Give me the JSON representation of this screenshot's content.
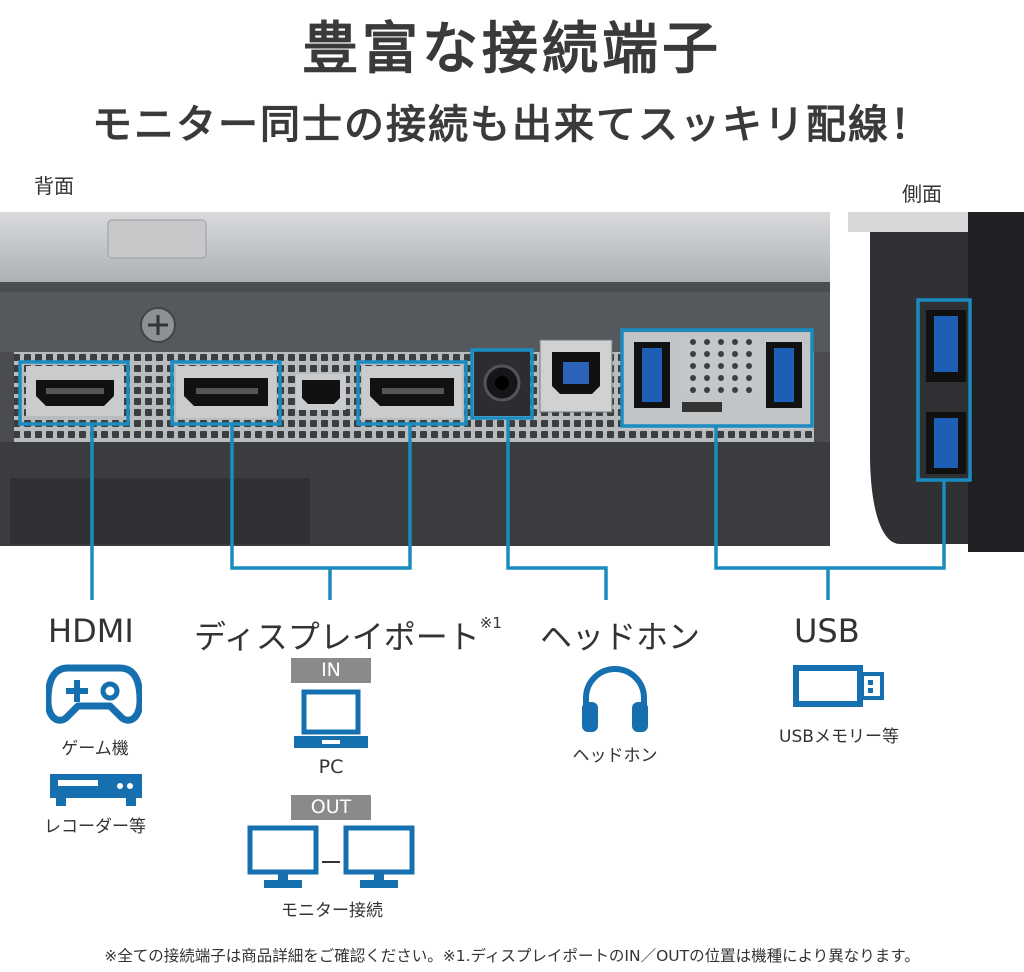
{
  "header": {
    "title": "豊富な接続端子",
    "subtitle": "モニター同士の接続も出来てスッキリ配線！"
  },
  "views": {
    "back_label": "背面",
    "side_label": "側面"
  },
  "ports": {
    "hdmi": {
      "label": "HDMI",
      "devices": [
        {
          "caption": "ゲーム機",
          "icon": "gamepad-icon"
        },
        {
          "caption": "レコーダー等",
          "icon": "recorder-icon"
        }
      ]
    },
    "displayport": {
      "label": "ディスプレイポート",
      "note_mark": "※1",
      "in_tag": "IN",
      "in_caption": "PC",
      "in_icon": "laptop-icon",
      "out_tag": "OUT",
      "out_caption": "モニター接続",
      "out_icon": "dual-monitor-icon"
    },
    "headphone": {
      "label": "ヘッドホン",
      "caption": "ヘッドホン",
      "icon": "headphones-icon"
    },
    "usb": {
      "label": "USB",
      "caption": "USBメモリー等",
      "icon": "usb-stick-icon"
    }
  },
  "footnote": "※全ての接続端子は商品詳細をご確認ください。※1.ディスプレイポートのIN／OUTの位置は機種により異なります。",
  "colors": {
    "accent": "#1a8cc0",
    "icon_blue": "#1670b0",
    "tag_gray": "#8a8a8a",
    "text": "#333333"
  }
}
